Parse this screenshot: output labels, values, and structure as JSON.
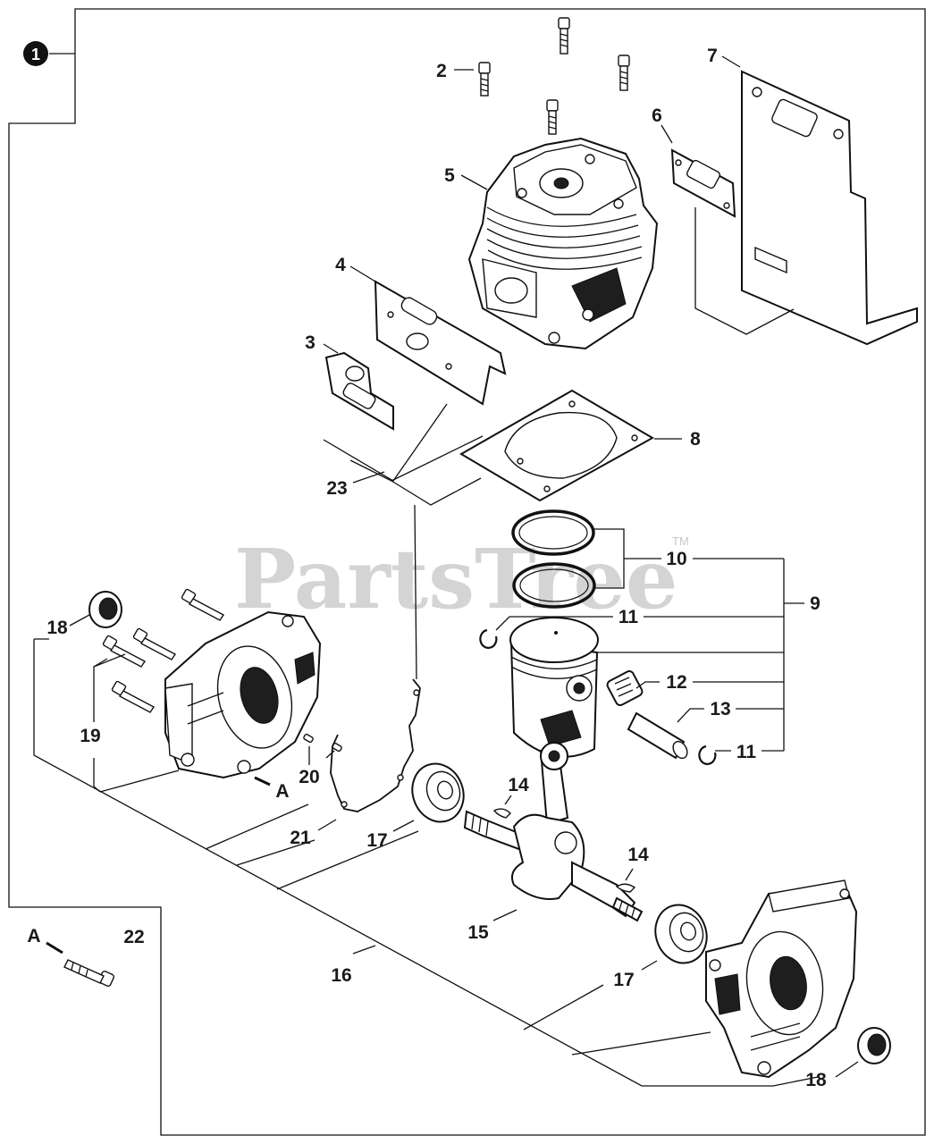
{
  "watermark": {
    "brand": "PartsTree",
    "trademark": "TM"
  },
  "assembly_marker": "1",
  "view_marker": "A",
  "callouts": {
    "c2": "2",
    "c3": "3",
    "c4": "4",
    "c5": "5",
    "c6": "6",
    "c7": "7",
    "c8": "8",
    "c9": "9",
    "c10": "10",
    "c11a": "11",
    "c11b": "11",
    "c12": "12",
    "c13": "13",
    "c14a": "14",
    "c14b": "14",
    "c15": "15",
    "c16": "16",
    "c17a": "17",
    "c17b": "17",
    "c18a": "18",
    "c18b": "18",
    "c19": "19",
    "c20": "20",
    "c21": "21",
    "c22": "22",
    "c23": "23"
  },
  "view_refs": {
    "crankcase_ref": "A",
    "detail_ref": "A"
  }
}
